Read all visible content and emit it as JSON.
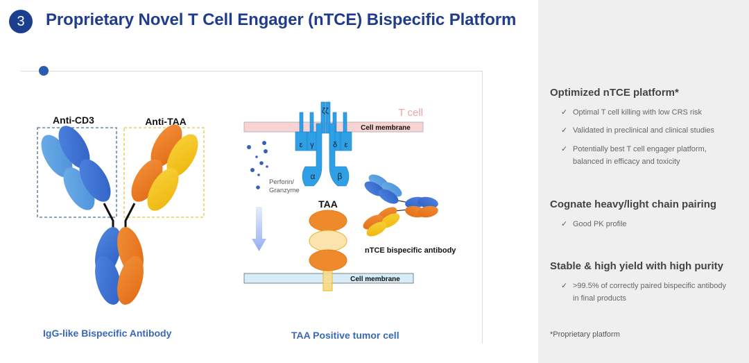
{
  "header": {
    "section_number": "3",
    "title": "Proprietary Novel T Cell Engager (nTCE) Bispecific Platform"
  },
  "diagram": {
    "left": {
      "label_cd3": "Anti-CD3",
      "label_taa": "Anti-TAA",
      "caption": "IgG-like Bispecific Antibody"
    },
    "right": {
      "t_cell_label": "T cell",
      "top_membrane_label": "Cell membrane",
      "bottom_membrane_label": "Cell membrane",
      "zeta_label": "ζζ",
      "epsilon_left": "ε",
      "gamma": "γ",
      "delta": "δ",
      "epsilon_right": "ε",
      "alpha": "α",
      "beta": "β",
      "perforin_label_1": "Perforin/",
      "perforin_label_2": "Granzyme",
      "taa_label": "TAA",
      "antibody_label": "nTCE bispecific antibody",
      "caption": "TAA Positive tumor cell"
    },
    "colors": {
      "blue_dark": "#3f6fd1",
      "blue_light": "#5b9ee0",
      "orange": "#ee7d22",
      "yellow": "#f3c21b",
      "tcr_blue": "#2fa0e6",
      "t_membrane": "#f8d3d3",
      "tumor_membrane": "#d6ecf8",
      "title_blue": "#1f3d8c"
    }
  },
  "sidebar": {
    "sections": [
      {
        "heading": "Optimized nTCE platform*",
        "items": [
          "Optimal T cell killing with low CRS risk",
          "Validated in preclinical and clinical studies",
          "Potentially best T cell engager platform, balanced in efficacy and toxicity"
        ]
      },
      {
        "heading": "Cognate heavy/light chain pairing",
        "items": [
          "Good PK profile"
        ]
      },
      {
        "heading": "Stable & high yield with high purity",
        "items": [
          ">99.5% of correctly paired bispecific antibody in final products"
        ]
      }
    ],
    "check_glyph": "✓",
    "footnote": "*Proprietary platform"
  }
}
